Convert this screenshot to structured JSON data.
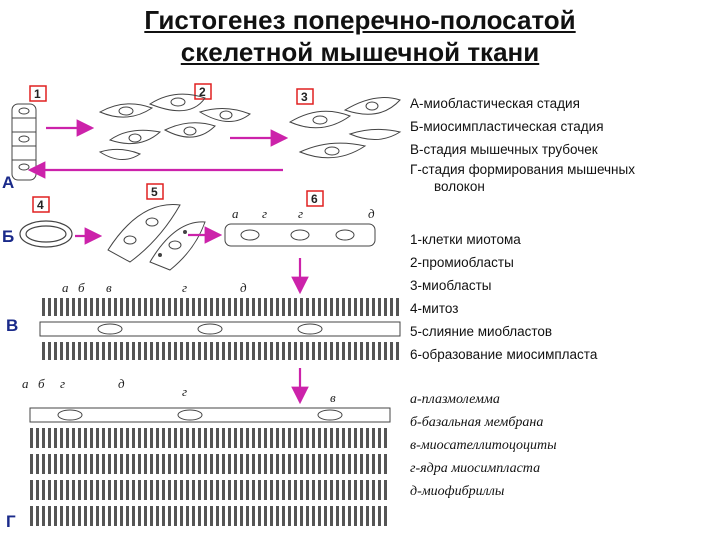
{
  "title": {
    "line1": "Гистогенез поперечно-полосатой",
    "line2": "скелетной  мышечной ткани"
  },
  "stages": [
    "А",
    "Б",
    "В",
    "Г"
  ],
  "numbers": [
    "1",
    "2",
    "3",
    "4",
    "5",
    "6"
  ],
  "fig_labels": {
    "row_a6": [
      "а",
      "г",
      "г",
      "д"
    ],
    "row_v": [
      "а",
      "б",
      "в",
      "г",
      "д"
    ],
    "row_g": [
      "а",
      "б",
      "г",
      "д",
      "г",
      "в"
    ]
  },
  "legend_stages": [
    {
      "letter": "А",
      "text": "-миобластическая стадия"
    },
    {
      "letter": "Б",
      "text": "-миосимпластическая стадия"
    },
    {
      "letter": "В",
      "text": "-стадия мышечных трубочек"
    },
    {
      "letter": "Г",
      "text": "-стадия формирования мышечных",
      "cont": "волокон"
    }
  ],
  "legend_numbers": [
    {
      "num": "1",
      "text": "-клетки миотома"
    },
    {
      "num": "2",
      "text": "-промиобласты"
    },
    {
      "num": "3",
      "text": "-миобласты"
    },
    {
      "num": "4",
      "text": "-митоз"
    },
    {
      "num": "5",
      "text": "-слияние миобластов"
    },
    {
      "num": "6",
      "text": "-образование миосимпласта"
    }
  ],
  "legend_letters": [
    "а-плазмолемма",
    "б-базальная мембрана",
    "в-миосателлитоцоциты",
    "г-ядра миосимпласта",
    "д-миофибриллы"
  ],
  "colors": {
    "accent": "#cc22aa",
    "box": "#e02020",
    "stage": "#1a2a8a"
  }
}
